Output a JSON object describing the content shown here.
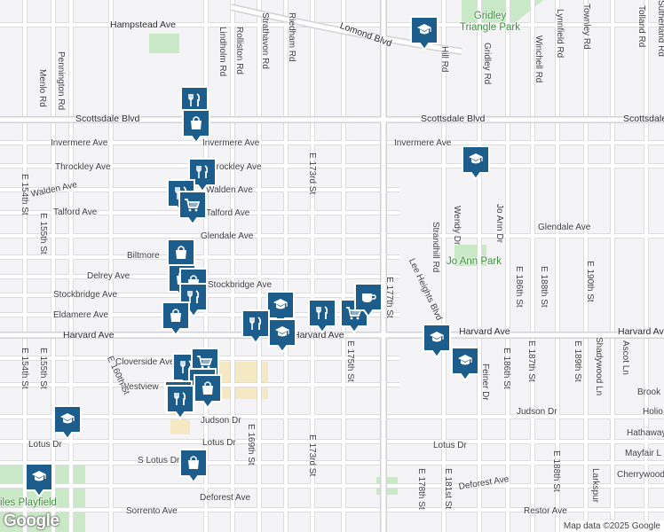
{
  "map": {
    "streets": [
      {
        "id": "hampstead",
        "text": "Hampstead Ave"
      },
      {
        "id": "lomond",
        "text": "Lomond Blvd"
      },
      {
        "id": "scottsdale-w",
        "text": "Scottsdale Blvd"
      },
      {
        "id": "scottsdale-c",
        "text": "Scottsdale Blvd"
      },
      {
        "id": "scottsdale-e",
        "text": "Scottsdale"
      },
      {
        "id": "invermere-w",
        "text": "Invermere Ave"
      },
      {
        "id": "invermere-c",
        "text": "Invermere Ave"
      },
      {
        "id": "invermere-l",
        "text": "Invermere Ave"
      },
      {
        "id": "throckley",
        "text": "Throckley Ave"
      },
      {
        "id": "throckley-e",
        "text": "Throckley Ave"
      },
      {
        "id": "walden",
        "text": "Walden Ave"
      },
      {
        "id": "walden-e",
        "text": "Walden Ave"
      },
      {
        "id": "talford",
        "text": "Talford Ave"
      },
      {
        "id": "talford-e",
        "text": "Talford Ave"
      },
      {
        "id": "glendale",
        "text": "Glendale Ave"
      },
      {
        "id": "glendale-e",
        "text": "Glendale Ave"
      },
      {
        "id": "biltmore",
        "text": "Biltmore"
      },
      {
        "id": "delrey",
        "text": "Delrey Ave"
      },
      {
        "id": "stockbridge",
        "text": "Stockbridge Ave"
      },
      {
        "id": "stockbridge-e",
        "text": "Stockbridge Ave"
      },
      {
        "id": "eldamere",
        "text": "Eldamere Ave"
      },
      {
        "id": "harvard-w",
        "text": "Harvard Ave"
      },
      {
        "id": "harvard-c",
        "text": "Harvard Ave"
      },
      {
        "id": "harvard-e",
        "text": "Harvard Ave"
      },
      {
        "id": "harvard-far",
        "text": "Harvard Ave"
      },
      {
        "id": "cloverside",
        "text": "Cloverside Ave"
      },
      {
        "id": "westview",
        "text": "Westview"
      },
      {
        "id": "judson",
        "text": "Judson Dr"
      },
      {
        "id": "judson-e",
        "text": "Judson Dr"
      },
      {
        "id": "lotus-w",
        "text": "Lotus Dr"
      },
      {
        "id": "lotus-c",
        "text": "Lotus Dr"
      },
      {
        "id": "lotus-e",
        "text": "Lotus Dr"
      },
      {
        "id": "slotus",
        "text": "S Lotus Dr"
      },
      {
        "id": "deforest",
        "text": "Deforest Ave"
      },
      {
        "id": "deforest-e",
        "text": "Deforest Ave"
      },
      {
        "id": "sorrento",
        "text": "Sorrento Ave"
      },
      {
        "id": "restor",
        "text": "Restor Ave"
      },
      {
        "id": "brook",
        "text": "Brook"
      },
      {
        "id": "holio",
        "text": "Holio"
      },
      {
        "id": "hathaway",
        "text": "Hathaway"
      },
      {
        "id": "mayfair",
        "text": "Mayfair L"
      },
      {
        "id": "cherrywood",
        "text": "Cherrywood"
      },
      {
        "id": "menlo",
        "text": "Menlo Rd"
      },
      {
        "id": "pennington",
        "text": "Pennington Rd"
      },
      {
        "id": "lindholm",
        "text": "Lindholm Rd"
      },
      {
        "id": "rolliston",
        "text": "Rolliston Rd"
      },
      {
        "id": "strathavon",
        "text": "Strathavon Rd"
      },
      {
        "id": "riedham",
        "text": "Riedham Rd"
      },
      {
        "id": "e173-n",
        "text": "E 173rd St"
      },
      {
        "id": "e173-s",
        "text": "E 173rd St"
      },
      {
        "id": "e154",
        "text": "E 154th St"
      },
      {
        "id": "e154-s",
        "text": "E 154th St"
      },
      {
        "id": "e155",
        "text": "E 155th St"
      },
      {
        "id": "e155-s",
        "text": "E 155th St"
      },
      {
        "id": "e160",
        "text": "E 160th St"
      },
      {
        "id": "e169",
        "text": "E 169th St"
      },
      {
        "id": "e175",
        "text": "E 175th St"
      },
      {
        "id": "e177",
        "text": "E 177th St"
      },
      {
        "id": "e178",
        "text": "E 178th St"
      },
      {
        "id": "e181",
        "text": "E 181st St"
      },
      {
        "id": "e186",
        "text": "E 186th St"
      },
      {
        "id": "e186-s",
        "text": "E 186th St"
      },
      {
        "id": "e187",
        "text": "E 187th St"
      },
      {
        "id": "e188",
        "text": "E 188th St"
      },
      {
        "id": "e188-s",
        "text": "E 188th St"
      },
      {
        "id": "e189",
        "text": "E 189th St"
      },
      {
        "id": "e190",
        "text": "E 190th St"
      },
      {
        "id": "strandhill",
        "text": "Strandhill Rd"
      },
      {
        "id": "leeheights",
        "text": "Lee Heights Blvd"
      },
      {
        "id": "wendy",
        "text": "Wendy Dr"
      },
      {
        "id": "joann",
        "text": "Jo Ann Dr"
      },
      {
        "id": "gridley",
        "text": "Gridley Rd"
      },
      {
        "id": "winchell",
        "text": "Winchell Rd"
      },
      {
        "id": "lynnfield",
        "text": "Lynnfield Rd"
      },
      {
        "id": "townley",
        "text": "Townley Rd"
      },
      {
        "id": "tolland",
        "text": "Tolland Rd"
      },
      {
        "id": "sutherland",
        "text": "Sutherland Rd"
      },
      {
        "id": "hill",
        "text": "Hill Rd"
      },
      {
        "id": "shadywood",
        "text": "Shadywood Ln"
      },
      {
        "id": "ascot",
        "text": "Ascot Ln"
      },
      {
        "id": "feiner",
        "text": "Feiner Dr"
      },
      {
        "id": "larkspur",
        "text": "Larkspur"
      }
    ],
    "parks": [
      {
        "id": "gridley-park",
        "text": "Gridley\nTriangle Park"
      },
      {
        "id": "joann-park",
        "text": "Jo Ann Park"
      },
      {
        "id": "miles-playfield",
        "text": "iles Playfield"
      }
    ],
    "markers": [
      {
        "type": "school"
      },
      {
        "type": "restaurant"
      },
      {
        "type": "shopping"
      },
      {
        "type": "restaurant"
      },
      {
        "type": "school"
      },
      {
        "type": "restaurant"
      },
      {
        "type": "grocery"
      },
      {
        "type": "shopping"
      },
      {
        "type": "shopping"
      },
      {
        "type": "shopping"
      },
      {
        "type": "restaurant"
      },
      {
        "type": "shopping"
      },
      {
        "type": "school"
      },
      {
        "type": "restaurant"
      },
      {
        "type": "grocery"
      },
      {
        "type": "restaurant"
      },
      {
        "type": "school"
      },
      {
        "type": "coffee"
      },
      {
        "type": "restaurant"
      },
      {
        "type": "grocery"
      },
      {
        "type": "school"
      },
      {
        "type": "school"
      },
      {
        "type": "shopping"
      },
      {
        "type": "restaurant"
      },
      {
        "type": "shopping"
      },
      {
        "type": "restaurant"
      },
      {
        "type": "school"
      },
      {
        "type": "school"
      },
      {
        "type": "shopping"
      }
    ],
    "colors": {
      "background": "#f4f3f6",
      "road": "#ffffff",
      "road_outline": "#dcdbe0",
      "arterial": "#d6d5dc",
      "park": "#c9e8c5",
      "commercial": "#f5e9c4",
      "marker": "#1c5d8c",
      "marker_icon": "#ffffff"
    },
    "branding": {
      "logo": "Google",
      "attribution": "Map data ©2025 Google"
    }
  }
}
